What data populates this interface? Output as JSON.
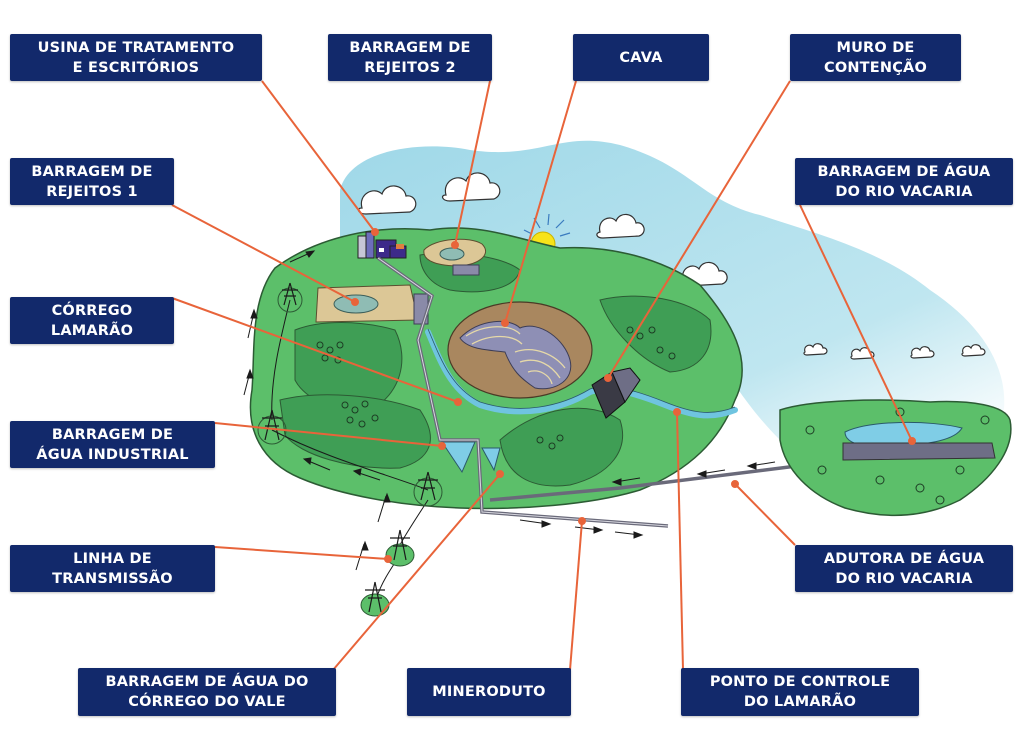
{
  "title": "Diagrama do empreendimento de mineração",
  "colors": {
    "label_bg": "#12296b",
    "label_text": "#ffffff",
    "leader_line": "#e8643a",
    "terrain_light": "#5cbf6a",
    "terrain_dark": "#3f9e55",
    "sky": "#a8dcea",
    "water": "#7fcde6",
    "pit_soil": "#a9875f",
    "tailings_sand": "#dcc796",
    "dam_wall": "#6e6e86",
    "sun": "#f7e31a"
  },
  "labels": [
    {
      "id": "usina",
      "lines": [
        "USINA DE TRATAMENTO",
        "E ESCRITÓRIOS"
      ]
    },
    {
      "id": "rejeitos2",
      "lines": [
        "BARRAGEM DE",
        "REJEITOS 2"
      ]
    },
    {
      "id": "cava",
      "lines": [
        "CAVA"
      ]
    },
    {
      "id": "muro",
      "lines": [
        "MURO DE",
        "CONTENÇÃO"
      ]
    },
    {
      "id": "rejeitos1",
      "lines": [
        "BARRAGEM DE",
        "REJEITOS 1"
      ]
    },
    {
      "id": "rio_vacaria",
      "lines": [
        "BARRAGEM DE ÁGUA",
        "DO RIO VACARIA"
      ]
    },
    {
      "id": "corrego",
      "lines": [
        "CÓRREGO",
        "LAMARÃO"
      ]
    },
    {
      "id": "agua_industrial",
      "lines": [
        "BARRAGEM DE",
        "ÁGUA INDUSTRIAL"
      ]
    },
    {
      "id": "linha",
      "lines": [
        "LINHA DE",
        "TRANSMISSÃO"
      ]
    },
    {
      "id": "adutora",
      "lines": [
        "ADUTORA DE ÁGUA",
        "DO RIO VACARIA"
      ]
    },
    {
      "id": "corrego_vale",
      "lines": [
        "BARRAGEM DE ÁGUA DO",
        "CÓRREGO DO VALE"
      ]
    },
    {
      "id": "mineroduto",
      "lines": [
        "MINERODUTO"
      ]
    },
    {
      "id": "ponto_controle",
      "lines": [
        "PONTO DE CONTROLE",
        "DO LAMARÃO"
      ]
    }
  ]
}
